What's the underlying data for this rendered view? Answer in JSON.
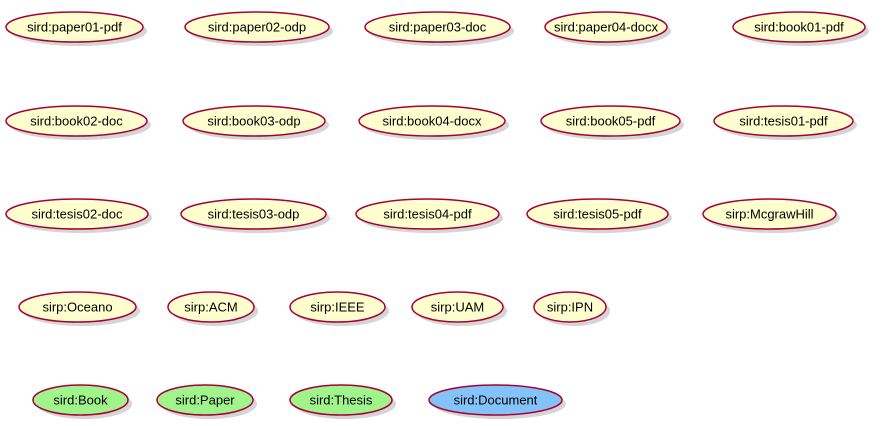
{
  "palette": {
    "individual_fill": "#FEFECE",
    "class_fill": "#A1F48C",
    "document_fill": "#84C3F9",
    "border": "#A80036",
    "shadow": "#D5D5D5"
  },
  "rows": [
    [
      {
        "label": "sird:paper01-pdf",
        "kind": "individual"
      },
      {
        "label": "sird:paper02-odp",
        "kind": "individual"
      },
      {
        "label": "sird:paper03-doc",
        "kind": "individual"
      },
      {
        "label": "sird:paper04-docx",
        "kind": "individual"
      },
      {
        "label": "sird:book01-pdf",
        "kind": "individual"
      }
    ],
    [
      {
        "label": "sird:book02-doc",
        "kind": "individual"
      },
      {
        "label": "sird:book03-odp",
        "kind": "individual"
      },
      {
        "label": "sird:book04-docx",
        "kind": "individual"
      },
      {
        "label": "sird:book05-pdf",
        "kind": "individual"
      },
      {
        "label": "sird:tesis01-pdf",
        "kind": "individual"
      }
    ],
    [
      {
        "label": "sird:tesis02-doc",
        "kind": "individual"
      },
      {
        "label": "sird:tesis03-odp",
        "kind": "individual"
      },
      {
        "label": "sird:tesis04-pdf",
        "kind": "individual"
      },
      {
        "label": "sird:tesis05-pdf",
        "kind": "individual"
      },
      {
        "label": "sirp:McgrawHill",
        "kind": "individual"
      }
    ],
    [
      {
        "label": "sirp:Oceano",
        "kind": "individual"
      },
      {
        "label": "sirp:ACM",
        "kind": "individual"
      },
      {
        "label": "sirp:IEEE",
        "kind": "individual"
      },
      {
        "label": "sirp:UAM",
        "kind": "individual"
      },
      {
        "label": "sirp:IPN",
        "kind": "individual"
      }
    ],
    [
      {
        "label": "sird:Book",
        "kind": "class"
      },
      {
        "label": "sird:Paper",
        "kind": "class"
      },
      {
        "label": "sird:Thesis",
        "kind": "class"
      },
      {
        "label": "sird:Document",
        "kind": "document"
      }
    ]
  ]
}
